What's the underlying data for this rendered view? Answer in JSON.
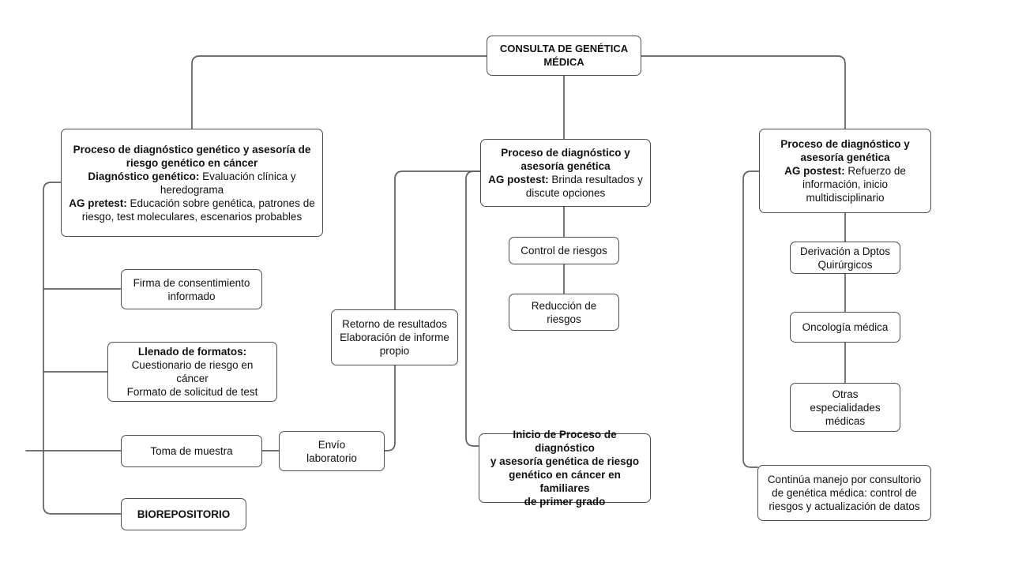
{
  "diagram": {
    "title": "Flujograma de Consulta de Genética Médica",
    "line_color": "#5a6068",
    "box_border_color": "#4a4f56",
    "background": "#ffffff"
  },
  "root": {
    "line1": "CONSULTA DE GENÉTICA",
    "line2": "MÉDICA"
  },
  "left_branch": {
    "title_line1": "Proceso de diagnóstico genético y asesoría de",
    "title_line2": "riesgo genético en cáncer",
    "dx_label": "Diagnóstico genético:",
    "dx_text": " Evaluación clínica y",
    "dx_text2": "heredograma",
    "pretest_label": "AG pretest:",
    "pretest_text": " Educación sobre genética, patrones de",
    "pretest_text2": "riesgo, test moleculares, escenarios probables",
    "steps": [
      {
        "line1": "Firma de consentimiento",
        "line2": "informado"
      },
      {
        "head": "Llenado de formatos:",
        "line1": "Cuestionario de riesgo en cáncer",
        "line2": "Formato de solicitud de test"
      },
      {
        "line1": "Toma de muestra"
      },
      {
        "line1": "BIOREPOSITORIO"
      }
    ],
    "lab": {
      "line1": "Envío",
      "line2": "laboratorio"
    },
    "retorno": {
      "line1": "Retorno de resultados",
      "line2": "Elaboración de informe",
      "line3": "propio"
    }
  },
  "middle_branch": {
    "title_line1": "Proceso de diagnóstico y",
    "title_line2": "asesoría genética",
    "postest_label": "AG postest:",
    "postest_text": " Brinda resultados y",
    "postest_text2": "discute opciones",
    "steps": [
      {
        "line1": "Control de riesgos"
      },
      {
        "line1": "Reducción de",
        "line2": "riesgos"
      }
    ],
    "familiares": {
      "line1": "Inicio de Proceso de diagnóstico",
      "line2": "y asesoría genética  de riesgo",
      "line3": "genético en cáncer en familiares",
      "line4": "de primer grado"
    }
  },
  "right_branch": {
    "title_line1": "Proceso de diagnóstico y",
    "title_line2": "asesoría genética",
    "postest_label": "AG postest:",
    "postest_text": " Refuerzo de",
    "postest_text2": "información, inicio",
    "postest_text3": "multidisciplinario",
    "steps": [
      {
        "line1": "Derivación a Dptos",
        "line2": "Quirúrgicos"
      },
      {
        "line1": "Oncología médica"
      },
      {
        "line1": "Otras",
        "line2": "especialidades",
        "line3": "médicas"
      }
    ],
    "continua": {
      "line1": "Continúa manejo por consultorio",
      "line2": "de genética médica: control de",
      "line3": "riesgos y actualización de datos"
    }
  }
}
